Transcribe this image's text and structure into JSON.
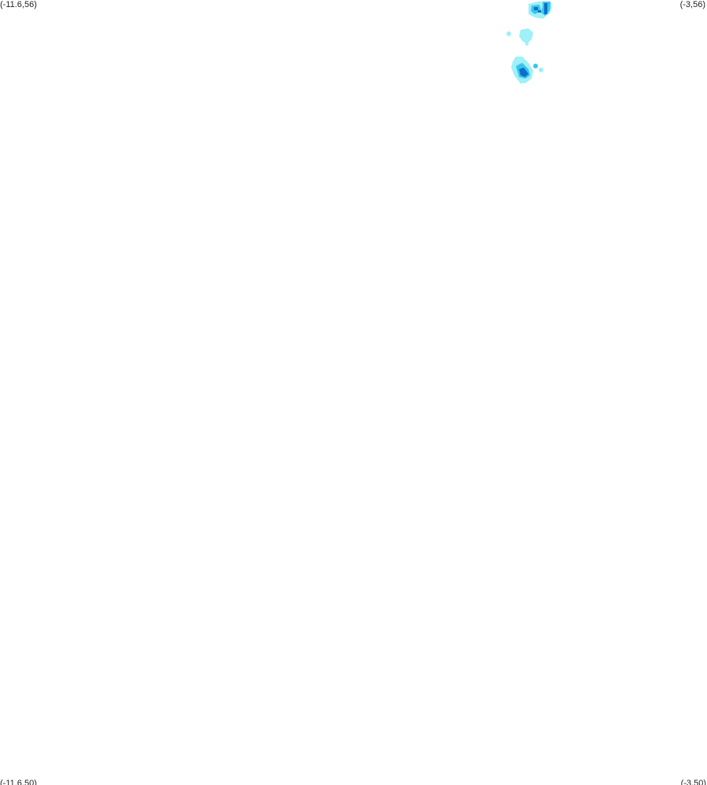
{
  "corners": {
    "top_left": "(-11.6,56)",
    "top_right": "(-3,56)",
    "bottom_left": "(-11.6,50)",
    "bottom_right": "(-3,50)"
  },
  "colors": {
    "background": "#ffffff",
    "light": "#9ff0f8",
    "medium": "#38c4ee",
    "dark": "#0a6fc6"
  }
}
